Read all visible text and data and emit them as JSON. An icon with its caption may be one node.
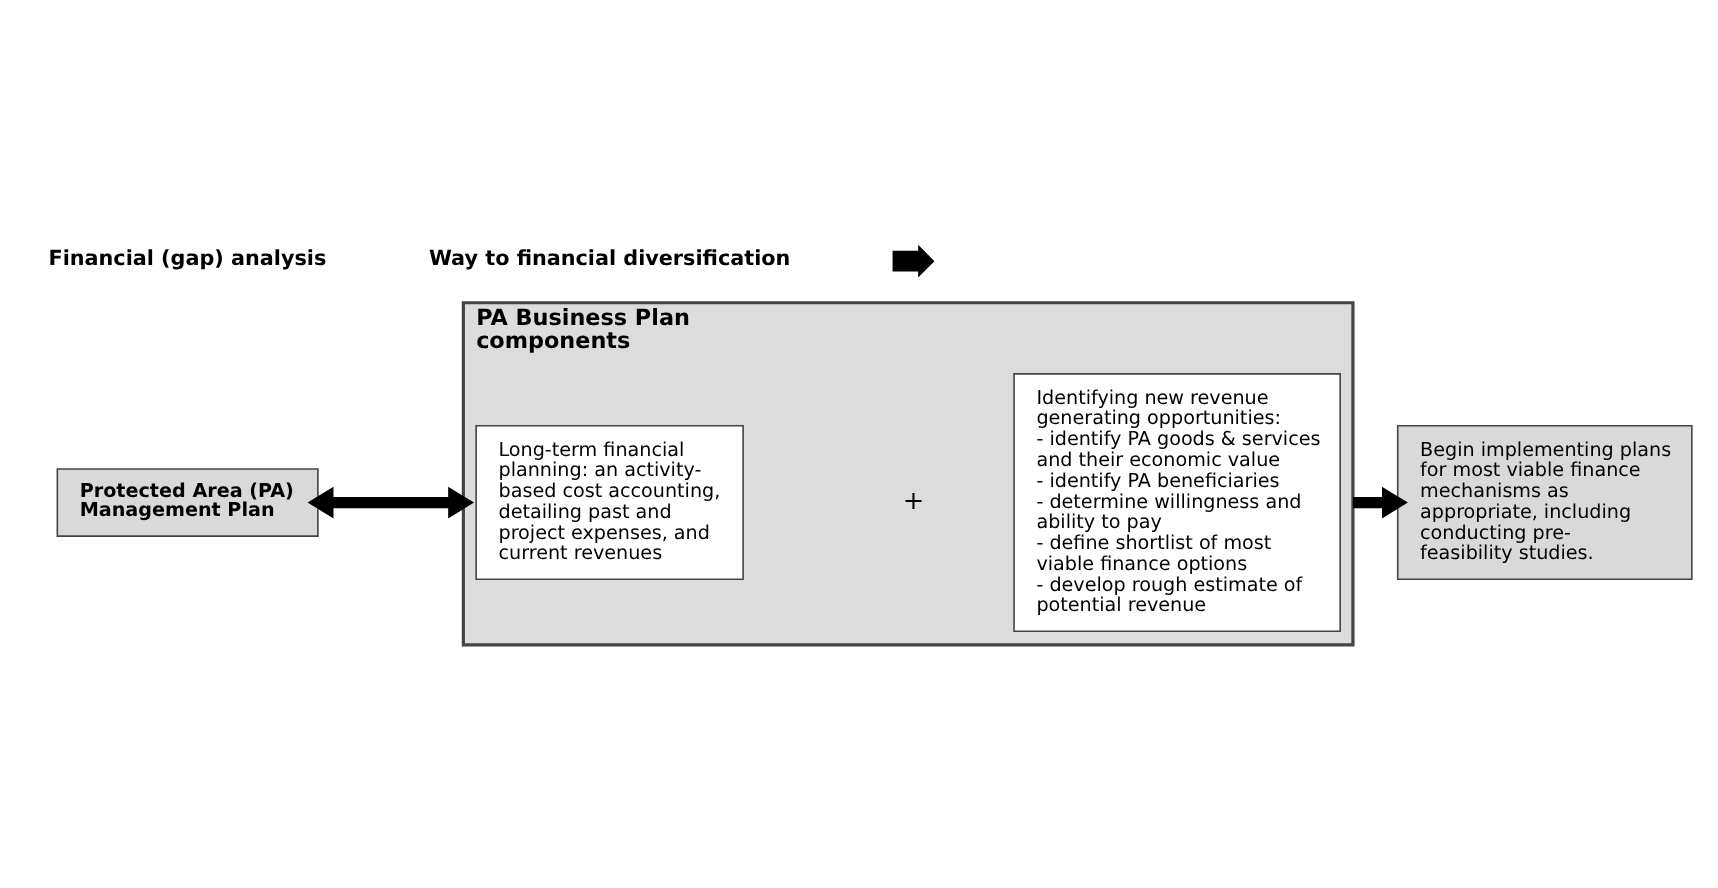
{
  "diagram": {
    "nodes": [
      {
        "text": [
          "Protected Area (PA) Management Plan"
        ]
      },
      {
        "text": [
          "PA Business Plan components"
        ]
      },
      {
        "text": [
          "Long-term financial planning: an activity-based cost accounting, detailing past and project expenses, and current revenues"
        ],
        "in": 1
      },
      {
        "text": [
          "Identifying new revenue generating opportunities:",
          "- identify PA goods & services and their economic value",
          "- identify PA beneficiaries",
          "- determine willingness and ability to pay",
          "- define shortlist of most viable finance options",
          "- develop rough estimate of potential revenue"
        ],
        "in": 1
      },
      {
        "text": [
          "Begin implementing plans for most viable finance mechanisms as appropriate, including conducting pre-feasibility studies."
        ]
      },
      {
        "text": [],
        "shape": "arrow"
      }
    ],
    "edges": [
      {
        "from": 0,
        "to": 1,
        "arrow": "both"
      },
      {
        "from": 1,
        "to": 4,
        "arrow": "to"
      }
    ],
    "labels": [
      "+",
      "Financial (gap) analysis",
      "Way to financial diversification"
    ]
  }
}
